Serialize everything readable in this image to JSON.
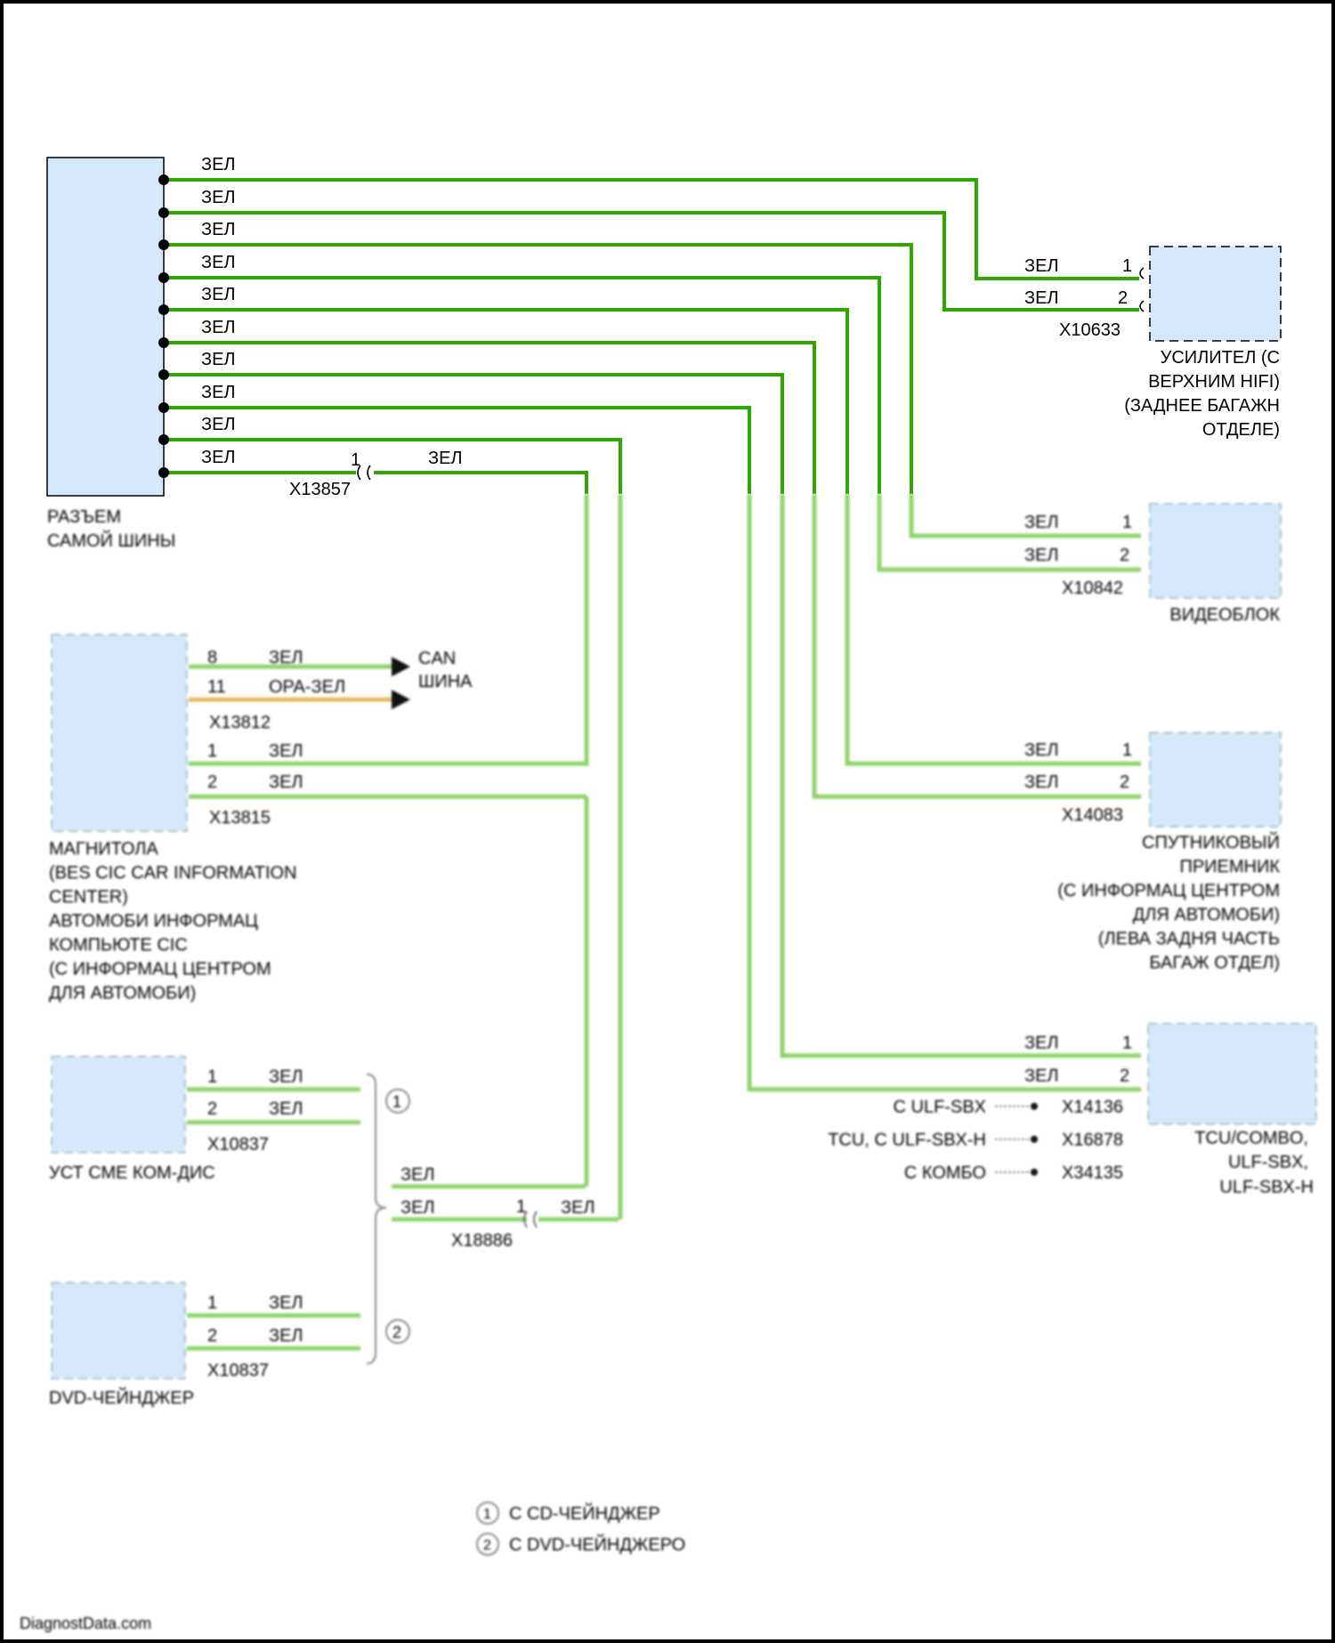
{
  "colors": {
    "wire_green": "#2ea800",
    "wire_green_light": "#8fd46b",
    "wire_orange": "#e8b860",
    "component_fill": "#d6e8fb",
    "border": "#000000"
  },
  "wire_color_label": "ЗЕЛ",
  "main_connector": {
    "name_lines": [
      "РАЗЪЕМ",
      "САМОЙ ШИНЫ"
    ]
  },
  "inline_connector_x13857": {
    "id": "X13857",
    "pin": "1"
  },
  "amplifier": {
    "connector": "X10633",
    "pins": [
      "1",
      "2"
    ],
    "name_lines": [
      "УСИЛИТЕЛ (С",
      "ВЕРХНИМ HIFI)",
      "(ЗАДНЕЕ БАГАЖН",
      "ОТДЕЛЕ)"
    ]
  },
  "video_block": {
    "connector": "X10842",
    "pins": [
      "1",
      "2"
    ],
    "name_lines": [
      "ВИДЕОБЛОК"
    ]
  },
  "radio": {
    "can_pins": [
      "8",
      "11"
    ],
    "can_wires": [
      "ЗЕЛ",
      "ОРА-ЗЕЛ"
    ],
    "can_target_lines": [
      "CAN",
      "ШИНА"
    ],
    "connector_can": "X13812",
    "pins": [
      "1",
      "2"
    ],
    "connector": "X13815",
    "name_lines": [
      "МАГНИТОЛА",
      "(BES CIC CAR INFORMATION",
      "CENTER)",
      "АВТОМОБИ ИНФОРМАЦ",
      "КОМПЬЮТЕ CIC",
      "(С ИНФОРМАЦ ЦЕНТРОМ",
      "ДЛЯ АВТОМОБИ)"
    ]
  },
  "satellite": {
    "connector": "X14083",
    "pins": [
      "1",
      "2"
    ],
    "name_lines": [
      "СПУТНИКОВЫЙ",
      "ПРИЕМНИК",
      "(С ИНФОРМАЦ ЦЕНТРОМ",
      "ДЛЯ АВТОМОБИ)",
      "(ЛЕВА ЗАДНЯ ЧАСТЬ",
      "БАГАЖ ОТДЕЛ)"
    ]
  },
  "telematics": {
    "pins": [
      "1",
      "2"
    ],
    "name_lines": [
      "TCU/COMBO,",
      "ULF-SBX,",
      "ULF-SBX-H"
    ],
    "variants": [
      {
        "label": "С ULF-SBX",
        "connector": "X14136"
      },
      {
        "label": "TCU, С ULF-SBX-H",
        "connector": "X16878"
      },
      {
        "label": "С КОМБО",
        "connector": "X34135"
      }
    ]
  },
  "cd_changer": {
    "connector": "X10837",
    "pins": [
      "1",
      "2"
    ],
    "name_lines": [
      "УСТ СМЕ КОМ-ДИС"
    ]
  },
  "dvd_changer": {
    "connector": "X10837",
    "pins": [
      "1",
      "2"
    ],
    "name_lines": [
      "DVD-ЧЕЙНДЖЕР"
    ]
  },
  "junction": {
    "connector": "X18886",
    "pin": "1"
  },
  "legend": {
    "items": [
      {
        "mark": "1",
        "text": "С CD-ЧЕЙНДЖЕР"
      },
      {
        "mark": "2",
        "text": "С DVD-ЧЕЙНДЖЕРО"
      }
    ]
  },
  "watermark": "DiagnostData.com"
}
